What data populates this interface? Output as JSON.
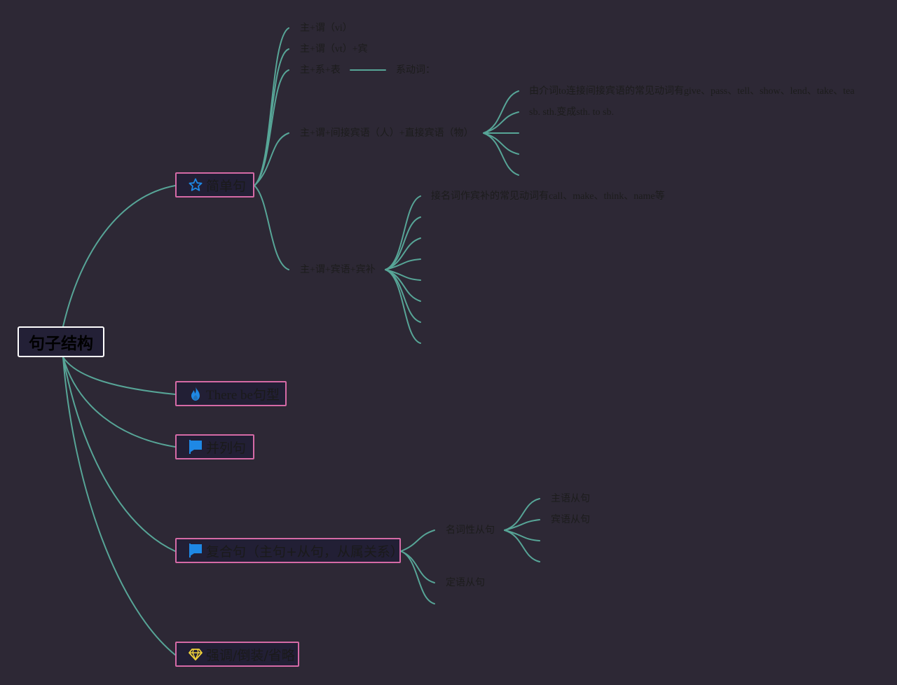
{
  "root": {
    "label": "句子结构"
  },
  "colors": {
    "background": "#2d2835",
    "connector": "#57a597",
    "branch_border": "#d56aa6",
    "root_border": "#ffffff",
    "icon_blue": "#1e88e5",
    "icon_yellow": "#f2d33a"
  },
  "branches": {
    "simple": {
      "icon": "star-icon",
      "label": "简单句",
      "items": {
        "svi": "主+谓（vi）",
        "svto": "主+谓（vt）+宾",
        "slp": "主+系+表",
        "link_verb": "系动词：",
        "svoo": "主+谓+间接宾语（人）+直接宾语（物）",
        "svoo_note1": "由介词to连接间接宾语的常见动词有give、pass、tell、show、lend、take、tea",
        "svoo_note2": "sb. sth.变成sth. to sb.",
        "svoc": "主+谓+宾语+宾补",
        "svoc_note1": "接名词作宾补的常见动词有call、make、think、name等"
      }
    },
    "there_be": {
      "icon": "fire-icon",
      "label": "There be句型"
    },
    "compound": {
      "icon": "flag-icon",
      "label": "并列句"
    },
    "complex": {
      "icon": "flag-icon",
      "label": "复合句（主句+从句，从属关系）",
      "items": {
        "nominal": "名词性从句",
        "subject_clause": "主语从句",
        "object_clause": "宾语从句",
        "attributive": "定语从句"
      }
    },
    "special": {
      "icon": "gem-icon",
      "label": "强调/倒装/省略"
    }
  }
}
